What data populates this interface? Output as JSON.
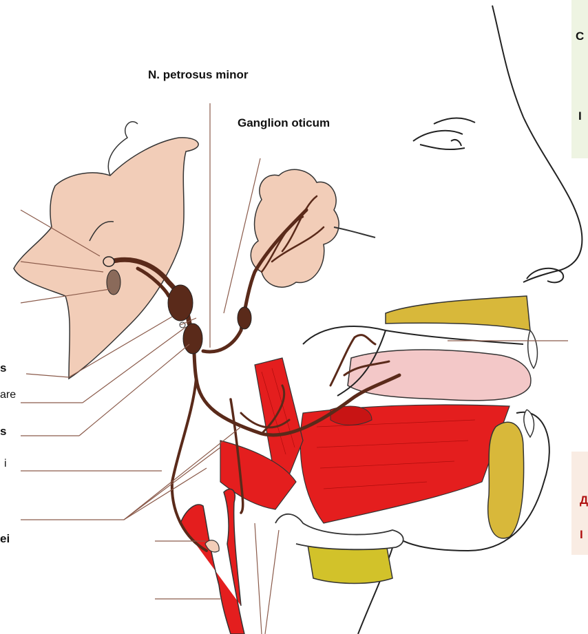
{
  "labels": {
    "petrosus": "N. petrosus minor",
    "oticum": "Ganglion  oticum",
    "cut_s1": "s",
    "cut_are": "are",
    "cut_s2": "s",
    "cut_i": "i",
    "cut_ei": "ei"
  },
  "panels": {
    "top_letters": [
      "C",
      "I"
    ],
    "bottom_letters": [
      "Д",
      "I"
    ]
  },
  "colors": {
    "skin": "#f2cdb8",
    "nerve": "#5a2a1a",
    "muscle": "#e41e1e",
    "gland": "#d8b83a",
    "tongue": "#f3c8c8",
    "hyoid": "#d2c22a",
    "panel_green": "#eef4e2",
    "panel_red": "#f9ece3"
  }
}
